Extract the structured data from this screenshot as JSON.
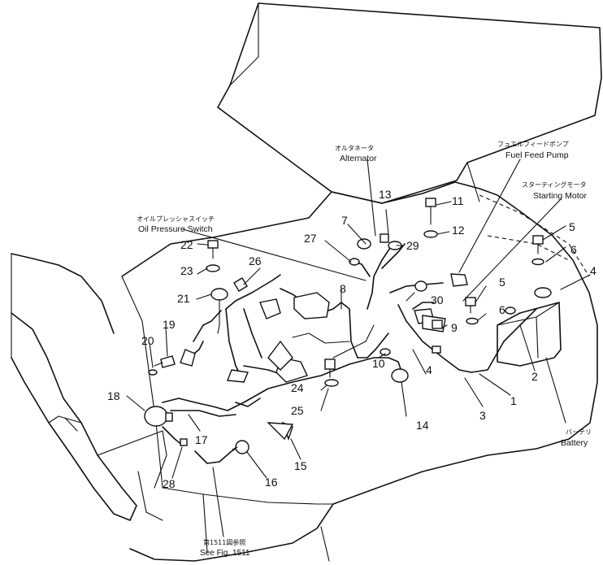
{
  "callouts": {
    "alternator": {
      "jp": "オルタネータ",
      "en": "Alternator"
    },
    "fuel_feed_pump": {
      "jp": "フュエルフィードポンプ",
      "en": "Fuel Feed Pump"
    },
    "starting_motor": {
      "jp": "スターティングモータ",
      "en": "Starting Motor"
    },
    "oil_pressure_switch": {
      "jp": "オイルプレッシャスイッチ",
      "en": "Oil Pressure Switch"
    },
    "battery": {
      "jp": "バッテリ",
      "en": "Battery"
    },
    "see_fig": {
      "jp": "第1511図参照",
      "en": "See Fig. 1511"
    }
  },
  "part_numbers": [
    "1",
    "2",
    "3",
    "4",
    "4",
    "5",
    "5",
    "6",
    "6",
    "7",
    "8",
    "9",
    "10",
    "11",
    "12",
    "13",
    "14",
    "15",
    "16",
    "17",
    "18",
    "19",
    "20",
    "21",
    "22",
    "23",
    "24",
    "25",
    "26",
    "27",
    "28",
    "29",
    "30"
  ]
}
